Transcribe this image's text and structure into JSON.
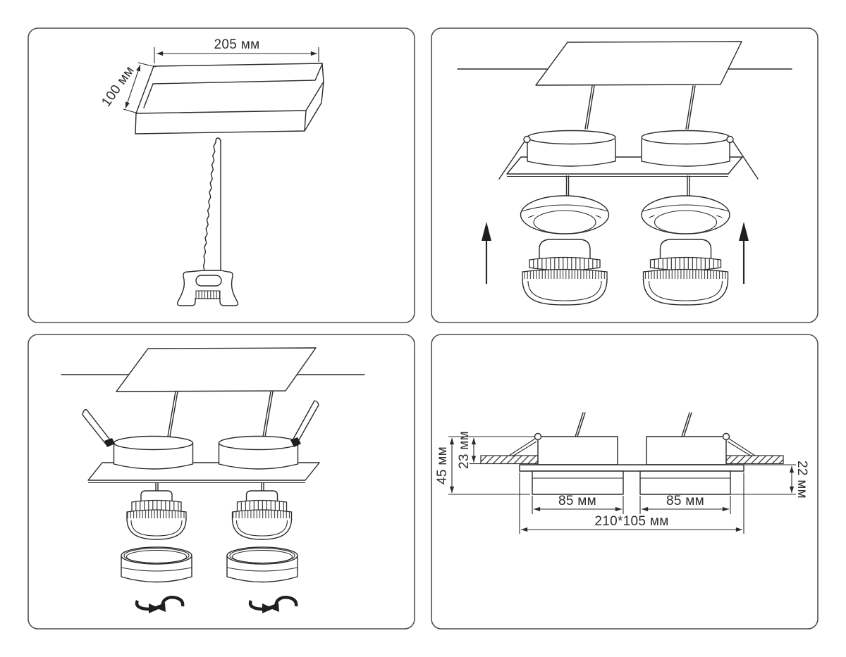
{
  "colors": {
    "background": "#ffffff",
    "line": "#2a2a2a",
    "panel_border": "#4f4f4f"
  },
  "step1": {
    "width_label": "205 мм",
    "depth_label": "100 мм",
    "icons": [
      "cutout-tray-icon",
      "keyhole-saw-icon"
    ]
  },
  "step2": {
    "icons": [
      "ceiling-tile-icon",
      "fixture-frame-icon",
      "spring-clip-icon",
      "trim-ring-icon",
      "gx53-lamp-icon",
      "up-arrow-icon"
    ]
  },
  "step3": {
    "icons": [
      "ceiling-tile-icon",
      "fixture-frame-icon",
      "spring-clip-icon",
      "gx53-lamp-icon",
      "shade-ring-icon",
      "rotate-arrows-icon"
    ]
  },
  "step4": {
    "labels": {
      "total_height": "45 мм",
      "recess_height": "23 мм",
      "below_height": "22 мм",
      "left_width": "85 мм",
      "right_width": "85 мм",
      "overall_size": "210*105 мм"
    }
  }
}
